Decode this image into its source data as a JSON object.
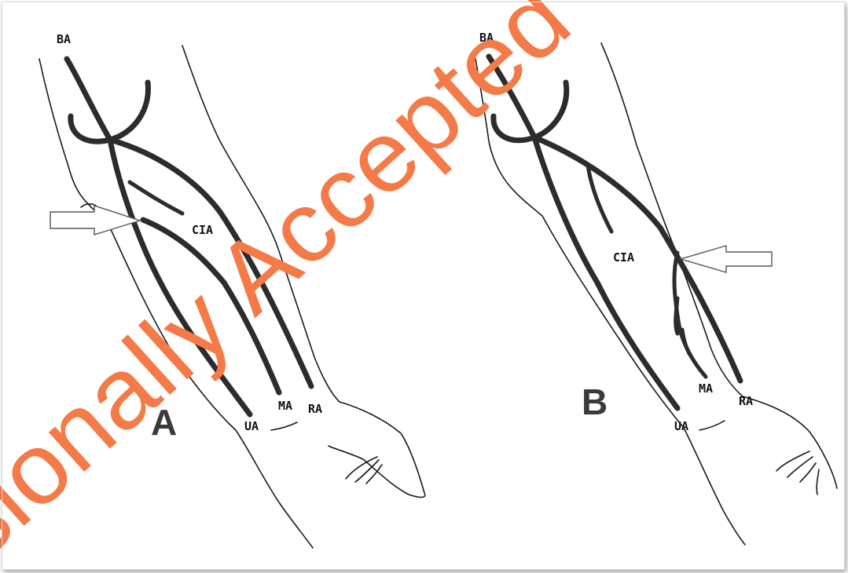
{
  "panels": [
    {
      "letter": "A",
      "labels": {
        "ba": "BA",
        "cia": "CIA",
        "ua": "UA",
        "ma": "MA",
        "ra": "RA"
      }
    },
    {
      "letter": "B",
      "labels": {
        "ba": "BA",
        "cia": "CIA",
        "ua": "UA",
        "ma": "MA",
        "ra": "RA"
      }
    }
  ],
  "watermark": {
    "text": "sionally Accepted",
    "color": "#f47a48"
  },
  "colors": {
    "vessel": "#2c2c2c",
    "outline": "#1a1a1a",
    "arrow_stroke": "#555555"
  }
}
